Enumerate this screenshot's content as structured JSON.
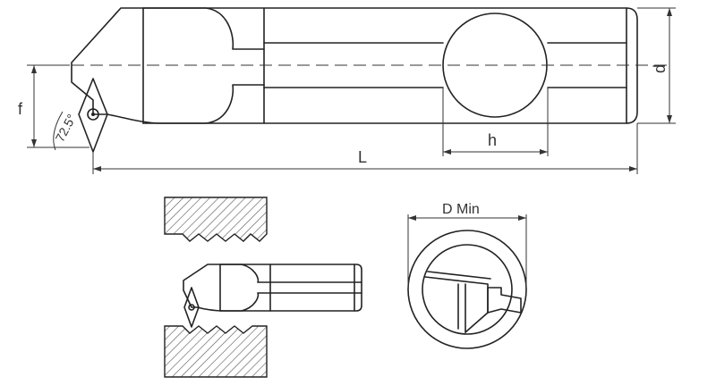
{
  "dimensions": {
    "d": "d",
    "f": "f",
    "angle": "72.5°",
    "h": "h",
    "L": "L",
    "d_min": "D Min"
  },
  "colors": {
    "line": "#222222",
    "hatch": "#555555",
    "background": "#ffffff"
  }
}
